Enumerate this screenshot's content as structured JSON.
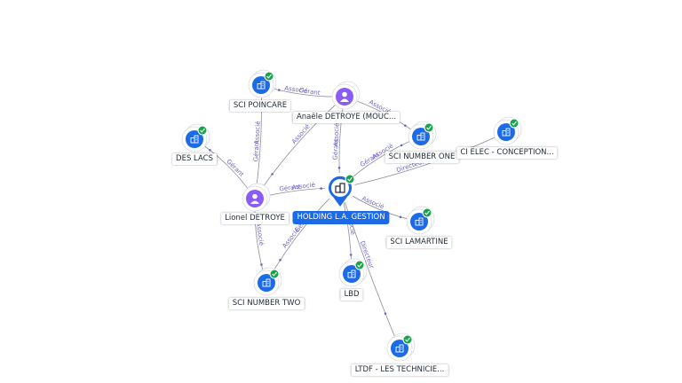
{
  "colors": {
    "company": "#1c6ae6",
    "person": "#8a5cf5",
    "check": "#16a34a",
    "edge": "#8a8f99",
    "edge_label": "#6e63c9"
  },
  "icons": {
    "company": "building-icon",
    "person": "person-icon",
    "status": "check-badge-icon"
  },
  "nodes": [
    {
      "id": "holding",
      "label": "HOLDING L.A. GESTION",
      "kind": "company",
      "main": true
    },
    {
      "id": "poincare",
      "label": "SCI POINCARE",
      "kind": "company"
    },
    {
      "id": "anaele",
      "label": "Anaële DETROYE (MOUC...",
      "kind": "person"
    },
    {
      "id": "deslacs",
      "label": "DES LACS",
      "kind": "company"
    },
    {
      "id": "numberone",
      "label": "SCI NUMBER ONE",
      "kind": "company"
    },
    {
      "id": "elec",
      "label": "CI ELEC - CONCEPTION...",
      "kind": "company"
    },
    {
      "id": "lionel",
      "label": "Lionel DETROYE",
      "kind": "person"
    },
    {
      "id": "lamartine",
      "label": "SCI LAMARTINE",
      "kind": "company"
    },
    {
      "id": "numbertwo",
      "label": "SCI NUMBER TWO",
      "kind": "company"
    },
    {
      "id": "lbd",
      "label": "LBD",
      "kind": "company"
    },
    {
      "id": "ltdf",
      "label": "LTDF - LES TECHNICIE...",
      "kind": "company"
    }
  ],
  "edges": [
    {
      "from": "anaele",
      "to": "poincare",
      "labels": [
        "Gérant",
        "Associé"
      ]
    },
    {
      "from": "lionel",
      "to": "poincare",
      "labels": [
        "Gérant",
        "Associé"
      ]
    },
    {
      "from": "lionel",
      "to": "deslacs",
      "labels": [
        "Gérant"
      ]
    },
    {
      "from": "lionel",
      "to": "holding",
      "labels": [
        "Gérant",
        "Associé"
      ]
    },
    {
      "from": "lionel",
      "to": "numbertwo",
      "labels": [
        "Associé"
      ]
    },
    {
      "from": "anaele",
      "to": "holding",
      "labels": [
        "Associé",
        "Gérant"
      ]
    },
    {
      "from": "anaele",
      "to": "lionel",
      "labels": [
        "Associé"
      ]
    },
    {
      "from": "anaele",
      "to": "numberone",
      "labels": [
        "Associé"
      ]
    },
    {
      "from": "holding",
      "to": "numberone",
      "labels": [
        "Gérant",
        "Associé"
      ]
    },
    {
      "from": "holding",
      "to": "elec",
      "labels": [
        "Directeur"
      ]
    },
    {
      "from": "holding",
      "to": "lamartine",
      "labels": [
        "Associé"
      ]
    },
    {
      "from": "holding",
      "to": "lbd",
      "labels": [
        "Associé"
      ]
    },
    {
      "from": "holding",
      "to": "ltdf",
      "labels": [
        "Directeur"
      ]
    },
    {
      "from": "holding",
      "to": "numbertwo",
      "labels": [
        "Gérant",
        "Associé"
      ]
    }
  ]
}
